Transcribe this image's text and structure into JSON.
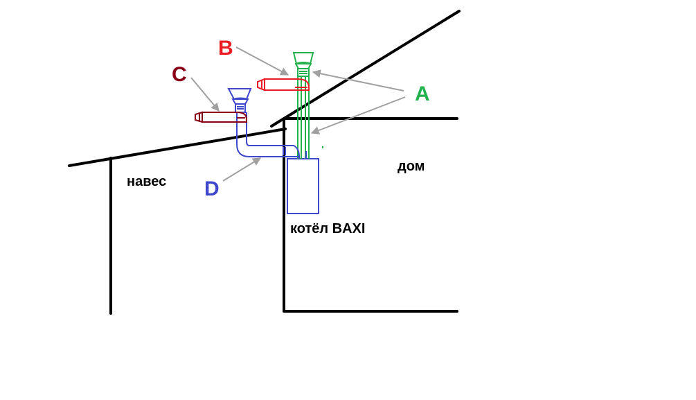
{
  "labels": {
    "shed": "навес",
    "house": "дом",
    "boiler": "котёл BAXI"
  },
  "markers": {
    "A": "A",
    "B": "B",
    "C": "C",
    "D": "D"
  },
  "colors": {
    "structure": "#000000",
    "arrow": "#a0a0a0",
    "green_pipe": "#22b14c",
    "red_pipe": "#ed1c24",
    "dark_red_pipe": "#880015",
    "blue_pipe": "#3f48cc",
    "letter_A": "#22b14c",
    "letter_B": "#ed1c24",
    "letter_C": "#880015",
    "letter_D": "#3f48cc"
  }
}
